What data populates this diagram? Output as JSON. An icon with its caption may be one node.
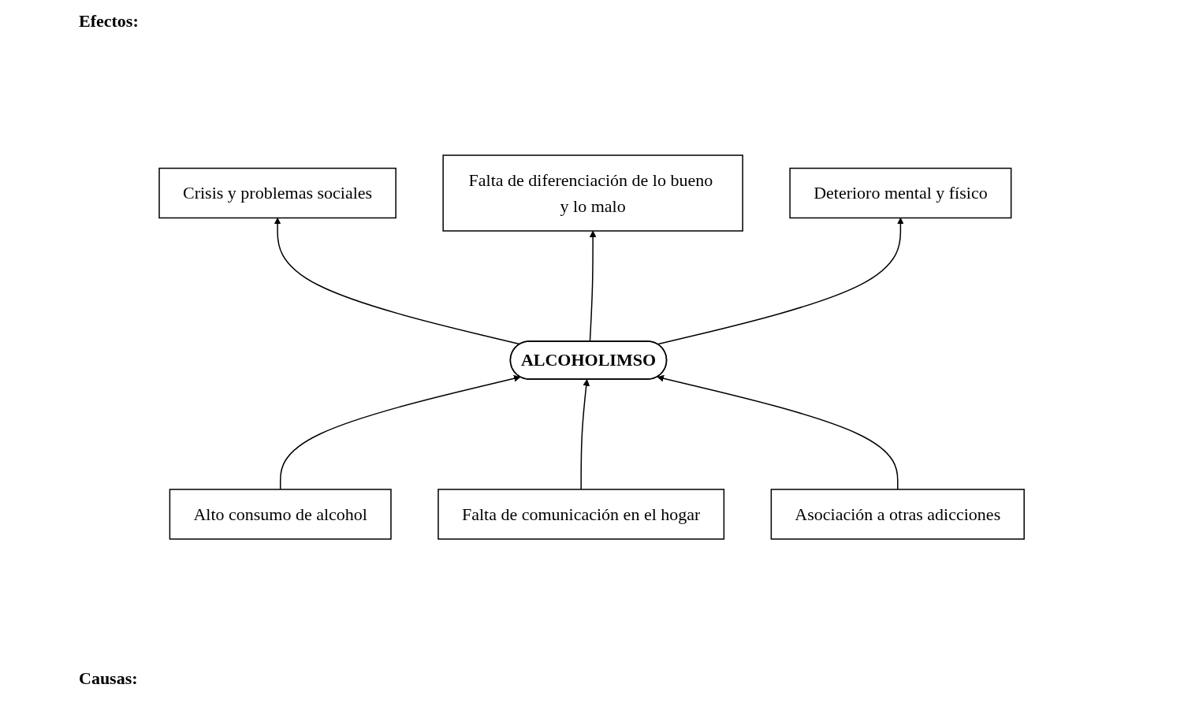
{
  "diagram": {
    "nodes": [
      {
        "text": [
          "Crisis y problemas sociales"
        ]
      },
      {
        "text": [
          "Falta de diferenciación de lo bueno y lo malo"
        ]
      },
      {
        "text": [
          "Deterioro mental y físico"
        ]
      },
      {
        "text": [
          "ALCOHOLIMSO"
        ]
      },
      {
        "text": [
          "Alto consumo de alcohol"
        ]
      },
      {
        "text": [
          "Falta de comunicación en el hogar"
        ]
      },
      {
        "text": [
          "Asociación a otras adicciones"
        ]
      }
    ],
    "edges": [
      {
        "from": 3,
        "to": 0,
        "arrow": "to"
      },
      {
        "from": 3,
        "to": 1,
        "arrow": "to"
      },
      {
        "from": 3,
        "to": 2,
        "arrow": "to"
      },
      {
        "from": 4,
        "to": 3,
        "arrow": "to"
      },
      {
        "from": 5,
        "to": 3,
        "arrow": "to"
      },
      {
        "from": 6,
        "to": 3,
        "arrow": "to"
      }
    ],
    "labels": [
      "Efectos:",
      "Causas:"
    ]
  }
}
